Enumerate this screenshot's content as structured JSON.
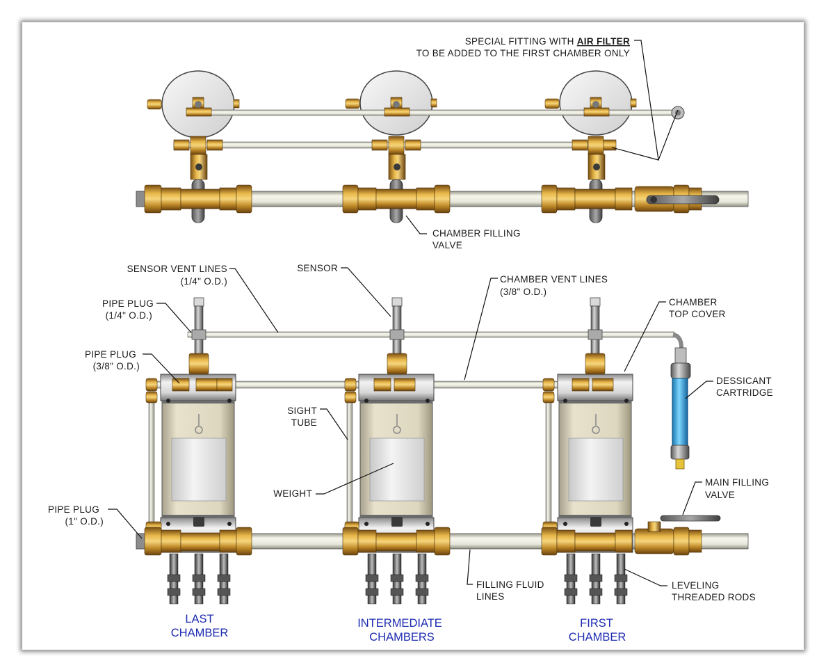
{
  "labels": {
    "special_fitting_prefix": "SPECIAL FITTING WITH ",
    "special_fitting_bold": "AIR FILTER",
    "special_fitting_line2": "TO BE ADDED TO THE FIRST CHAMBER ONLY",
    "chamber_filling_1": "CHAMBER FILLING",
    "chamber_filling_2": "VALVE",
    "sensor_vent_1": "SENSOR VENT LINES",
    "sensor_vent_2": "(1/4\" O.D.)",
    "sensor": "SENSOR",
    "chamber_vent_1": "CHAMBER VENT LINES",
    "chamber_vent_2": "(3/8\" O.D.)",
    "pipe_plug_14_1": "PIPE PLUG",
    "pipe_plug_14_2": "(1/4\" O.D.)",
    "chamber_top_1": "CHAMBER",
    "chamber_top_2": "TOP COVER",
    "pipe_plug_38_1": "PIPE PLUG",
    "pipe_plug_38_2": "(3/8\" O.D.)",
    "dessicant_1": "DESSICANT",
    "dessicant_2": "CARTRIDGE",
    "sight_1": "SIGHT",
    "sight_2": "TUBE",
    "weight": "WEIGHT",
    "main_filling_1": "MAIN FILLING",
    "main_filling_2": "VALVE",
    "pipe_plug_1_1": "PIPE PLUG",
    "pipe_plug_1_2": "(1\" O.D.)",
    "filling_fluid_1": "FILLING FLUID",
    "filling_fluid_2": "LINES",
    "leveling_1": "LEVELING",
    "leveling_2": "THREADED RODS"
  },
  "chambers": {
    "last_1": "LAST",
    "last_2": "CHAMBER",
    "intermediate_1": "INTERMEDIATE",
    "intermediate_2": "CHAMBERS",
    "first_1": "FIRST",
    "first_2": "CHAMBER"
  },
  "colors": {
    "brass": "#c8962e",
    "label_blue": "#1d2bb0",
    "cartridge": "#2fb4e8"
  }
}
